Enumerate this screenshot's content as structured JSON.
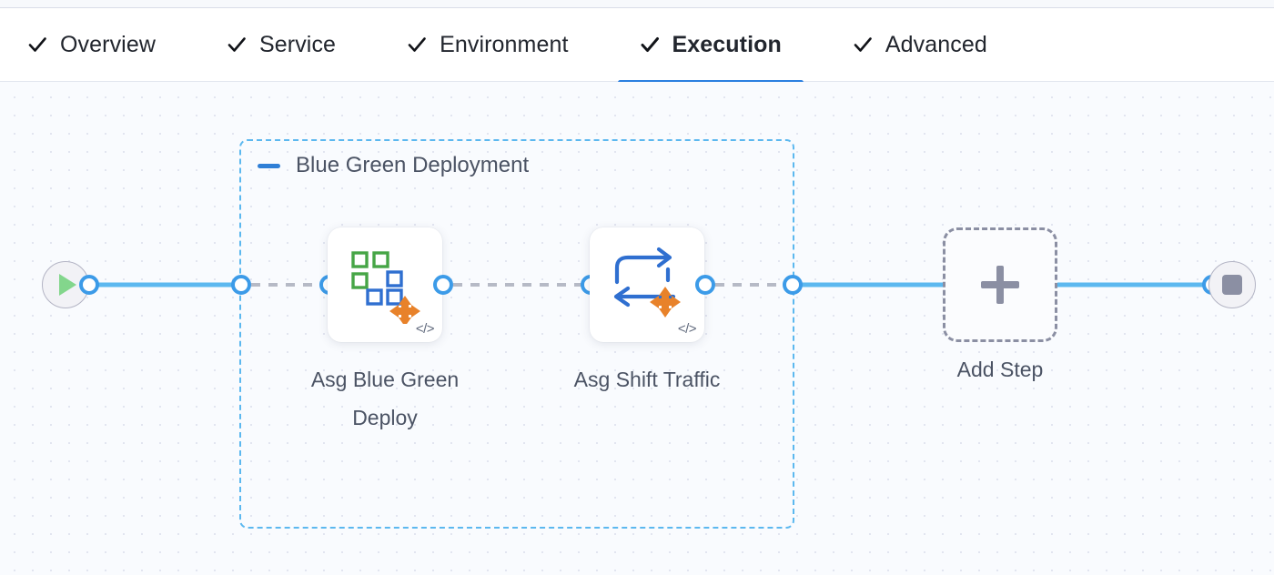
{
  "tabs": [
    {
      "label": "Overview",
      "icon": "check-icon",
      "active": false
    },
    {
      "label": "Service",
      "icon": "check-icon",
      "active": false
    },
    {
      "label": "Environment",
      "icon": "check-icon",
      "active": false
    },
    {
      "label": "Execution",
      "icon": "check-icon",
      "active": true
    },
    {
      "label": "Advanced",
      "icon": "check-icon",
      "active": false
    }
  ],
  "canvas": {
    "start_node": {
      "name": "start-node",
      "icon": "play-icon"
    },
    "end_node": {
      "name": "end-node",
      "icon": "stop-icon"
    },
    "group": {
      "title": "Blue Green Deployment",
      "collapse_icon": "collapse-dash-icon"
    },
    "steps": [
      {
        "label": "Asg Blue Green Deploy",
        "icon": "asg-blue-green-deploy-icon",
        "badge": "</>"
      },
      {
        "label": "Asg Shift Traffic",
        "icon": "asg-shift-traffic-icon",
        "badge": "</>"
      }
    ],
    "add_step": {
      "label": "Add Step",
      "icon": "plus-icon"
    }
  },
  "colors": {
    "accent_blue": "#2b7fe0",
    "port_blue": "#3c9be8",
    "edge_blue": "#5cb8ef",
    "group_dash": "#5cb8ef",
    "dashed_edge_gray": "#b6bac6",
    "text_gray": "#4b5364",
    "canvas_bg": "#f9fbfe",
    "icon_green": "#46a546",
    "icon_blue": "#2f6fd0",
    "icon_orange": "#e8822a"
  }
}
